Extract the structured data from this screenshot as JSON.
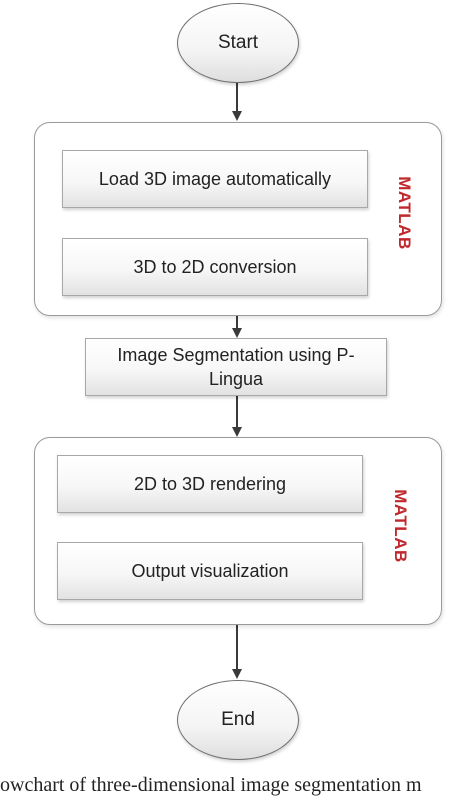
{
  "nodes": {
    "start": "Start",
    "load": "Load 3D image automatically",
    "convert": "3D to 2D conversion",
    "segment": "Image Segmentation using P-Lingua",
    "render": "2D to 3D rendering",
    "visualize": "Output visualization",
    "end": "End"
  },
  "groups": {
    "top_label": "MATLAB",
    "bottom_label": "MATLAB"
  },
  "caption": "owchart of three-dimensional image segmentation m",
  "colors": {
    "group_label": "#c0282d",
    "arrow": "#3a3a3a"
  }
}
